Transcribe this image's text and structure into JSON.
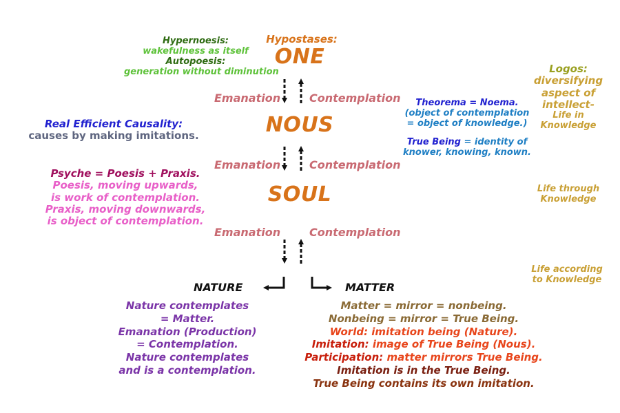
{
  "colors": {
    "orange": "#d8731a",
    "rose": "#c96a72",
    "dark_green": "#2e6b12",
    "light_green": "#5ec23a",
    "blue": "#2222d0",
    "slate": "#5f6680",
    "magenta": "#a0105e",
    "pink": "#e85fc8",
    "cyan": "#1f7fc4",
    "olive": "#9aa020",
    "gold": "#c9a035",
    "purple": "#7b35a8",
    "brown": "#8a6a35",
    "red_orange": "#e8461c",
    "dark_red": "#7a1f10",
    "brown_red": "#8a3410",
    "black": "#111111"
  },
  "hypostases": {
    "heading": "Hypostases:",
    "one": "ONE",
    "nous": "NOUS",
    "soul": "SOUL"
  },
  "transitions": {
    "emanation": "Emanation",
    "contemplation": "Contemplation"
  },
  "one_notes": {
    "hypernoesis_label": "Hypernoesis:",
    "hypernoesis_text": "wakefulness as itself",
    "autopoesis_label": "Autopoesis:",
    "autopoesis_text": "generation without diminution"
  },
  "causality": {
    "label": "Real Efficient Causality:",
    "text": "causes by making imitations."
  },
  "psyche": {
    "line1": "Psyche = Poesis + Praxis.",
    "line2": "Poesis, moving upwards,",
    "line3": "is work of contemplation.",
    "line4": "Praxis, moving downwards,",
    "line5": "is object of contemplation."
  },
  "theorema": {
    "line1": "Theorema = Noema.",
    "line2": "(object of contemplation",
    "line3": "= object of knowledge.)",
    "true_being_label": "True Being",
    "true_being_text": " = identity of",
    "line5": "knower, knowing, known."
  },
  "logos": {
    "line1": "Logos:",
    "line2": "diversifying",
    "line3": "aspect of",
    "line4": "intellect-",
    "line5": "Life in",
    "line6": "Knowledge"
  },
  "life_through": {
    "line1": "Life through",
    "line2": "Knowledge"
  },
  "life_according": {
    "line1": "Life according",
    "line2": "to Knowledge"
  },
  "nature": {
    "title": "NATURE",
    "line1": "Nature contemplates",
    "line2": "= Matter.",
    "line3": "Emanation (Production)",
    "line4": "= Contemplation.",
    "line5": "Nature contemplates",
    "line6": "and is a contemplation."
  },
  "matter": {
    "title": "MATTER",
    "line1": "Matter = mirror = nonbeing.",
    "line2": "Nonbeing = mirror = True Being.",
    "line3": "World: imitation being (Nature).",
    "imitation_label": "Imitation:",
    "imitation_text": " image of True Being (Nous).",
    "participation_label": "Participation:",
    "participation_text": " matter mirrors True Being.",
    "line6": "Imitation is in the True Being.",
    "line7": "True Being contains its own imitation."
  }
}
